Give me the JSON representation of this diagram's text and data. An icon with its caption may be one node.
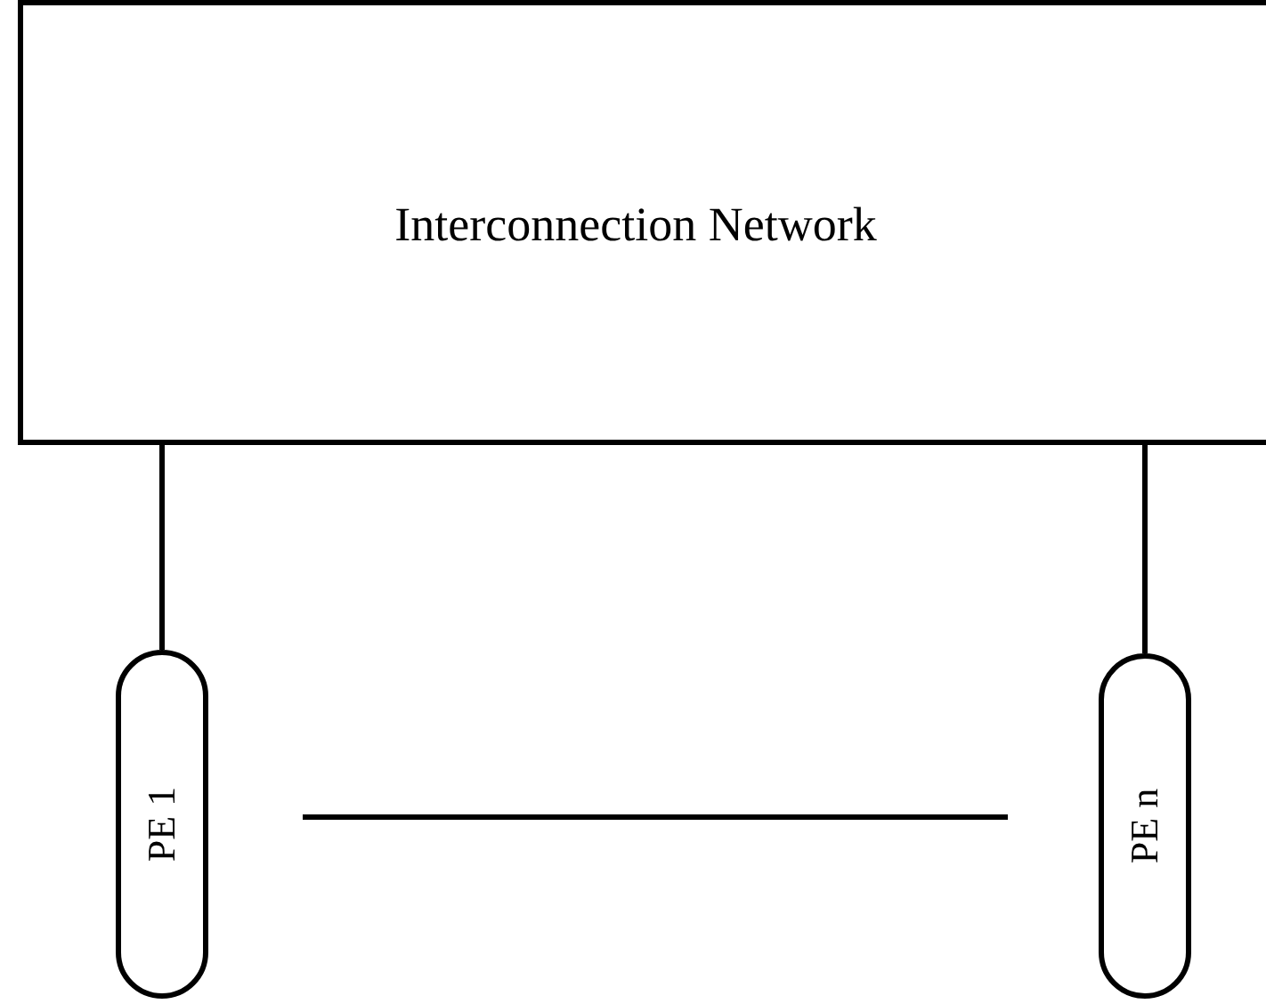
{
  "diagram": {
    "nodes": [
      {
        "text": [
          "Interconnection Network"
        ]
      },
      {
        "text": [
          "PE 1"
        ]
      },
      {
        "text": [
          "PE n"
        ]
      }
    ],
    "edges": [
      {
        "from": 0,
        "to": 1,
        "arrow": "none"
      },
      {
        "from": 0,
        "to": 2,
        "arrow": "none"
      }
    ]
  }
}
